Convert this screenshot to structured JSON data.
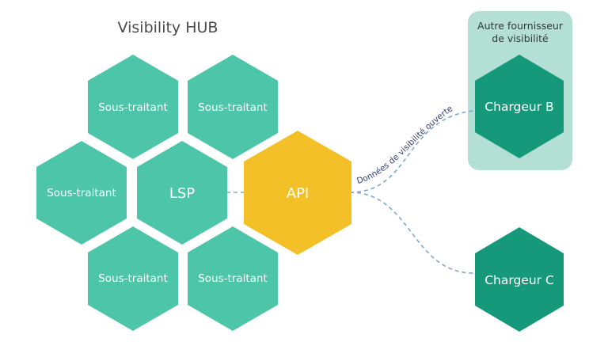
{
  "hub": {
    "title": "Visibility HUB",
    "subcontractor_label": "Sous-traitant",
    "lsp_label": "LSP",
    "api_label": "API"
  },
  "connection": {
    "label": "Données de visibilité ouverte"
  },
  "other_provider": {
    "title_line1": "Autre fournisseur",
    "title_line2": "de visibilité",
    "carrier_b": "Chargeur B"
  },
  "carrier_c": "Chargeur C",
  "colors": {
    "subcontractor_fill": "#4dc5a8",
    "lsp_fill": "#4dc5a8",
    "api_fill": "#f4c028",
    "carrier_fill": "#16997a",
    "panel_fill": "#b3dfd4",
    "connector": "#7fa6cc",
    "connector_text": "#34437a"
  }
}
